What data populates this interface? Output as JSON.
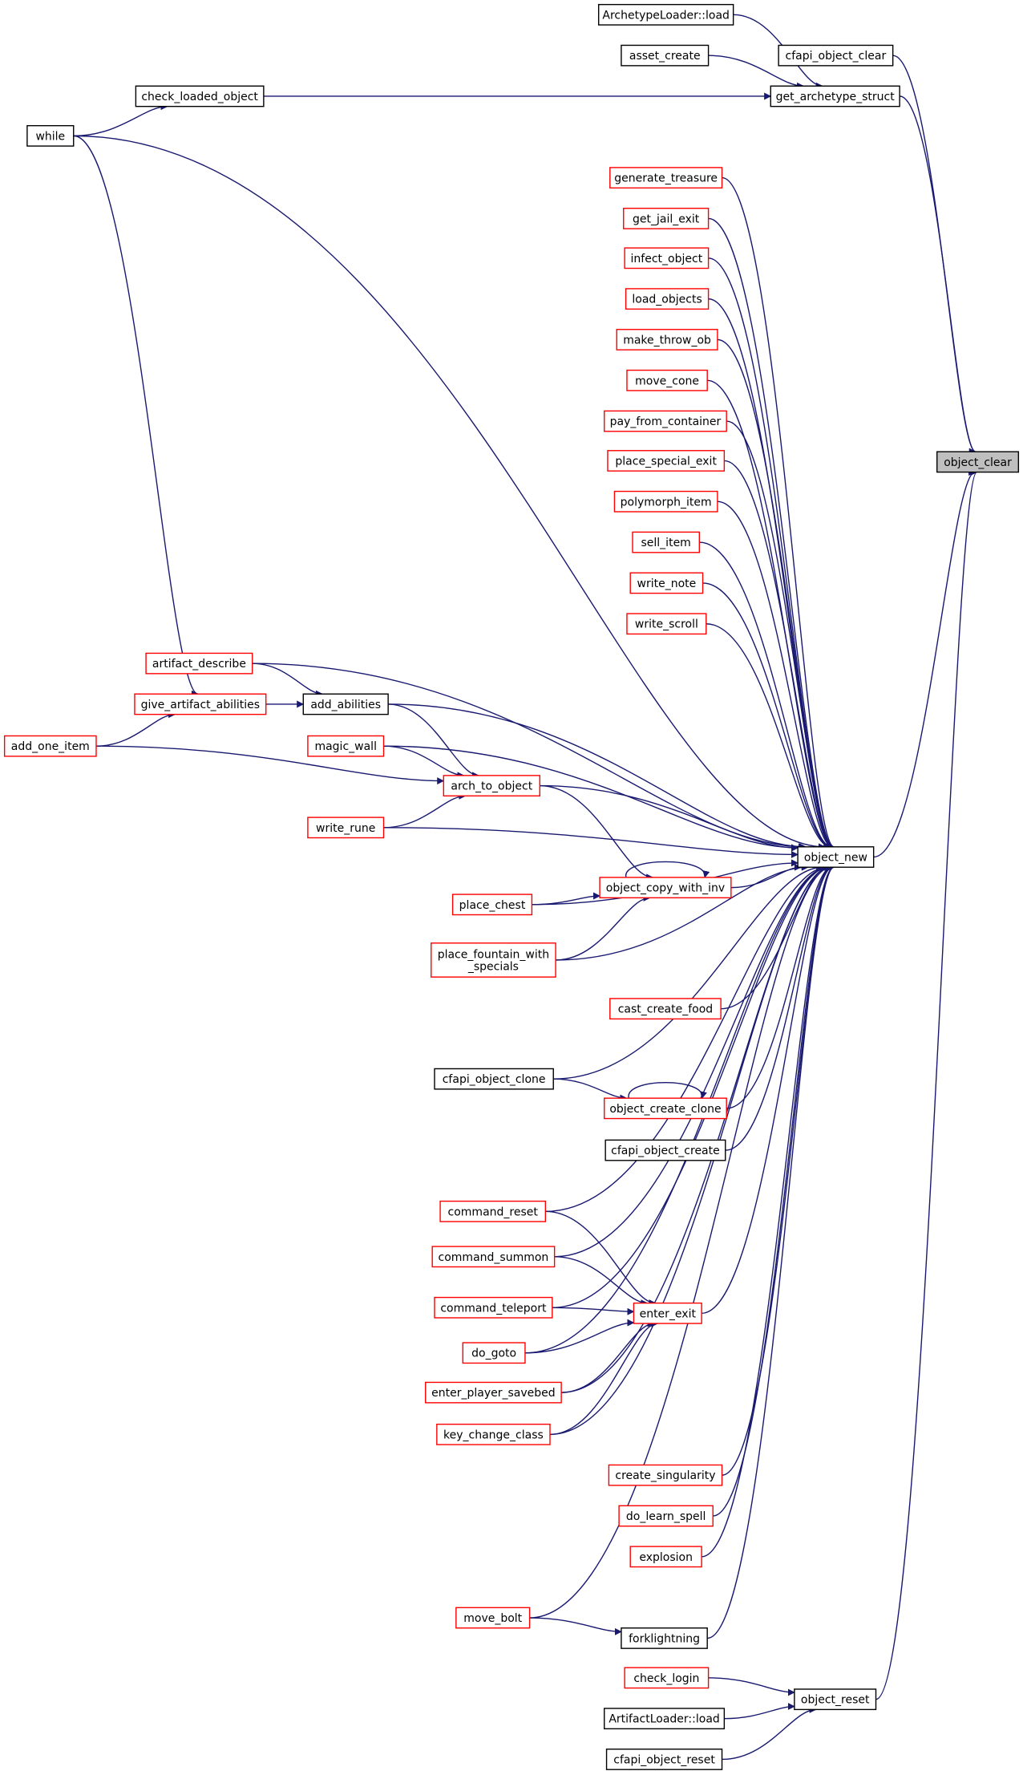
{
  "diagram": {
    "type": "call-graph",
    "colors": {
      "edge": "#191970",
      "node_border_black": "#000000",
      "node_border_red": "#ff0000",
      "node_fill": "#ffffff",
      "focus_fill": "#bfbfbf"
    },
    "nodes": [
      {
        "id": "object_clear",
        "label": [
          "object_clear"
        ],
        "style": "focus"
      },
      {
        "id": "ArchetypeLoader_load",
        "label": [
          "ArchetypeLoader::load"
        ],
        "style": "black"
      },
      {
        "id": "cfapi_object_clear",
        "label": [
          "cfapi_object_clear"
        ],
        "style": "black"
      },
      {
        "id": "asset_create",
        "label": [
          "asset_create"
        ],
        "style": "black"
      },
      {
        "id": "get_archetype_struct",
        "label": [
          "get_archetype_struct"
        ],
        "style": "black"
      },
      {
        "id": "check_loaded_object",
        "label": [
          "check_loaded_object"
        ],
        "style": "black"
      },
      {
        "id": "while",
        "label": [
          "while"
        ],
        "style": "black"
      },
      {
        "id": "generate_treasure",
        "label": [
          "generate_treasure"
        ],
        "style": "red"
      },
      {
        "id": "get_jail_exit",
        "label": [
          "get_jail_exit"
        ],
        "style": "red"
      },
      {
        "id": "infect_object",
        "label": [
          "infect_object"
        ],
        "style": "red"
      },
      {
        "id": "load_objects",
        "label": [
          "load_objects"
        ],
        "style": "red"
      },
      {
        "id": "make_throw_ob",
        "label": [
          "make_throw_ob"
        ],
        "style": "red"
      },
      {
        "id": "move_cone",
        "label": [
          "move_cone"
        ],
        "style": "red"
      },
      {
        "id": "pay_from_container",
        "label": [
          "pay_from_container"
        ],
        "style": "red"
      },
      {
        "id": "place_special_exit",
        "label": [
          "place_special_exit"
        ],
        "style": "red"
      },
      {
        "id": "polymorph_item",
        "label": [
          "polymorph_item"
        ],
        "style": "red"
      },
      {
        "id": "sell_item",
        "label": [
          "sell_item"
        ],
        "style": "red"
      },
      {
        "id": "write_note",
        "label": [
          "write_note"
        ],
        "style": "red"
      },
      {
        "id": "write_scroll",
        "label": [
          "write_scroll"
        ],
        "style": "red"
      },
      {
        "id": "artifact_describe",
        "label": [
          "artifact_describe"
        ],
        "style": "red"
      },
      {
        "id": "give_artifact_abilities",
        "label": [
          "give_artifact_abilities"
        ],
        "style": "red"
      },
      {
        "id": "add_abilities",
        "label": [
          "add_abilities"
        ],
        "style": "black"
      },
      {
        "id": "add_one_item",
        "label": [
          "add_one_item"
        ],
        "style": "red"
      },
      {
        "id": "magic_wall",
        "label": [
          "magic_wall"
        ],
        "style": "red"
      },
      {
        "id": "arch_to_object",
        "label": [
          "arch_to_object"
        ],
        "style": "red"
      },
      {
        "id": "write_rune",
        "label": [
          "write_rune"
        ],
        "style": "red"
      },
      {
        "id": "object_new",
        "label": [
          "object_new"
        ],
        "style": "black"
      },
      {
        "id": "object_copy_with_inv",
        "label": [
          "object_copy_with_inv"
        ],
        "style": "red"
      },
      {
        "id": "place_chest",
        "label": [
          "place_chest"
        ],
        "style": "red"
      },
      {
        "id": "place_fountain_with_specials",
        "label": [
          "place_fountain_with",
          "_specials"
        ],
        "style": "red"
      },
      {
        "id": "cast_create_food",
        "label": [
          "cast_create_food"
        ],
        "style": "red"
      },
      {
        "id": "cfapi_object_clone",
        "label": [
          "cfapi_object_clone"
        ],
        "style": "black"
      },
      {
        "id": "object_create_clone",
        "label": [
          "object_create_clone"
        ],
        "style": "red"
      },
      {
        "id": "cfapi_object_create",
        "label": [
          "cfapi_object_create"
        ],
        "style": "black"
      },
      {
        "id": "command_reset",
        "label": [
          "command_reset"
        ],
        "style": "red"
      },
      {
        "id": "command_summon",
        "label": [
          "command_summon"
        ],
        "style": "red"
      },
      {
        "id": "command_teleport",
        "label": [
          "command_teleport"
        ],
        "style": "red"
      },
      {
        "id": "enter_exit",
        "label": [
          "enter_exit"
        ],
        "style": "red"
      },
      {
        "id": "do_goto",
        "label": [
          "do_goto"
        ],
        "style": "red"
      },
      {
        "id": "enter_player_savebed",
        "label": [
          "enter_player_savebed"
        ],
        "style": "red"
      },
      {
        "id": "key_change_class",
        "label": [
          "key_change_class"
        ],
        "style": "red"
      },
      {
        "id": "create_singularity",
        "label": [
          "create_singularity"
        ],
        "style": "red"
      },
      {
        "id": "do_learn_spell",
        "label": [
          "do_learn_spell"
        ],
        "style": "red"
      },
      {
        "id": "explosion",
        "label": [
          "explosion"
        ],
        "style": "red"
      },
      {
        "id": "move_bolt",
        "label": [
          "move_bolt"
        ],
        "style": "red"
      },
      {
        "id": "forklightning",
        "label": [
          "forklightning"
        ],
        "style": "black"
      },
      {
        "id": "check_login",
        "label": [
          "check_login"
        ],
        "style": "red"
      },
      {
        "id": "object_reset",
        "label": [
          "object_reset"
        ],
        "style": "black"
      },
      {
        "id": "ArtifactLoader_load",
        "label": [
          "ArtifactLoader::load"
        ],
        "style": "black"
      },
      {
        "id": "cfapi_object_reset",
        "label": [
          "cfapi_object_reset"
        ],
        "style": "black"
      }
    ],
    "edges": [
      {
        "from": "get_archetype_struct",
        "to": "object_clear"
      },
      {
        "from": "cfapi_object_clear",
        "to": "object_clear"
      },
      {
        "from": "object_new",
        "to": "object_clear"
      },
      {
        "from": "object_reset",
        "to": "object_clear"
      },
      {
        "from": "ArchetypeLoader_load",
        "to": "get_archetype_struct"
      },
      {
        "from": "asset_create",
        "to": "get_archetype_struct"
      },
      {
        "from": "check_loaded_object",
        "to": "get_archetype_struct"
      },
      {
        "from": "while",
        "to": "check_loaded_object"
      },
      {
        "from": "while",
        "to": "give_artifact_abilities"
      },
      {
        "from": "while",
        "to": "object_new"
      },
      {
        "from": "generate_treasure",
        "to": "object_new"
      },
      {
        "from": "get_jail_exit",
        "to": "object_new"
      },
      {
        "from": "infect_object",
        "to": "object_new"
      },
      {
        "from": "load_objects",
        "to": "object_new"
      },
      {
        "from": "make_throw_ob",
        "to": "object_new"
      },
      {
        "from": "move_cone",
        "to": "object_new"
      },
      {
        "from": "pay_from_container",
        "to": "object_new"
      },
      {
        "from": "place_special_exit",
        "to": "object_new"
      },
      {
        "from": "polymorph_item",
        "to": "object_new"
      },
      {
        "from": "sell_item",
        "to": "object_new"
      },
      {
        "from": "write_note",
        "to": "object_new"
      },
      {
        "from": "write_scroll",
        "to": "object_new"
      },
      {
        "from": "artifact_describe",
        "to": "object_new"
      },
      {
        "from": "artifact_describe",
        "to": "add_abilities"
      },
      {
        "from": "give_artifact_abilities",
        "to": "add_abilities"
      },
      {
        "from": "add_one_item",
        "to": "give_artifact_abilities"
      },
      {
        "from": "add_one_item",
        "to": "arch_to_object"
      },
      {
        "from": "add_abilities",
        "to": "object_new"
      },
      {
        "from": "add_abilities",
        "to": "arch_to_object"
      },
      {
        "from": "magic_wall",
        "to": "object_new"
      },
      {
        "from": "magic_wall",
        "to": "arch_to_object"
      },
      {
        "from": "write_rune",
        "to": "arch_to_object"
      },
      {
        "from": "write_rune",
        "to": "object_new"
      },
      {
        "from": "arch_to_object",
        "to": "object_new"
      },
      {
        "from": "arch_to_object",
        "to": "object_copy_with_inv"
      },
      {
        "from": "object_copy_with_inv",
        "to": "object_new"
      },
      {
        "from": "object_copy_with_inv",
        "to": "object_copy_with_inv"
      },
      {
        "from": "place_chest",
        "to": "object_copy_with_inv"
      },
      {
        "from": "place_chest",
        "to": "object_new"
      },
      {
        "from": "place_fountain_with_specials",
        "to": "object_copy_with_inv"
      },
      {
        "from": "place_fountain_with_specials",
        "to": "object_new"
      },
      {
        "from": "cast_create_food",
        "to": "object_new"
      },
      {
        "from": "cfapi_object_clone",
        "to": "object_new"
      },
      {
        "from": "cfapi_object_clone",
        "to": "object_create_clone"
      },
      {
        "from": "object_create_clone",
        "to": "object_new"
      },
      {
        "from": "object_create_clone",
        "to": "object_create_clone"
      },
      {
        "from": "cfapi_object_create",
        "to": "object_new"
      },
      {
        "from": "command_reset",
        "to": "object_new"
      },
      {
        "from": "command_reset",
        "to": "enter_exit"
      },
      {
        "from": "command_summon",
        "to": "object_new"
      },
      {
        "from": "command_summon",
        "to": "enter_exit"
      },
      {
        "from": "command_teleport",
        "to": "object_new"
      },
      {
        "from": "command_teleport",
        "to": "enter_exit"
      },
      {
        "from": "enter_exit",
        "to": "object_new"
      },
      {
        "from": "do_goto",
        "to": "enter_exit"
      },
      {
        "from": "do_goto",
        "to": "object_new"
      },
      {
        "from": "enter_player_savebed",
        "to": "enter_exit"
      },
      {
        "from": "enter_player_savebed",
        "to": "object_new"
      },
      {
        "from": "key_change_class",
        "to": "enter_exit"
      },
      {
        "from": "key_change_class",
        "to": "object_new"
      },
      {
        "from": "create_singularity",
        "to": "object_new"
      },
      {
        "from": "do_learn_spell",
        "to": "object_new"
      },
      {
        "from": "explosion",
        "to": "object_new"
      },
      {
        "from": "move_bolt",
        "to": "object_new"
      },
      {
        "from": "move_bolt",
        "to": "forklightning"
      },
      {
        "from": "forklightning",
        "to": "object_new"
      },
      {
        "from": "check_login",
        "to": "object_reset"
      },
      {
        "from": "ArtifactLoader_load",
        "to": "object_reset"
      },
      {
        "from": "cfapi_object_reset",
        "to": "object_reset"
      }
    ]
  }
}
